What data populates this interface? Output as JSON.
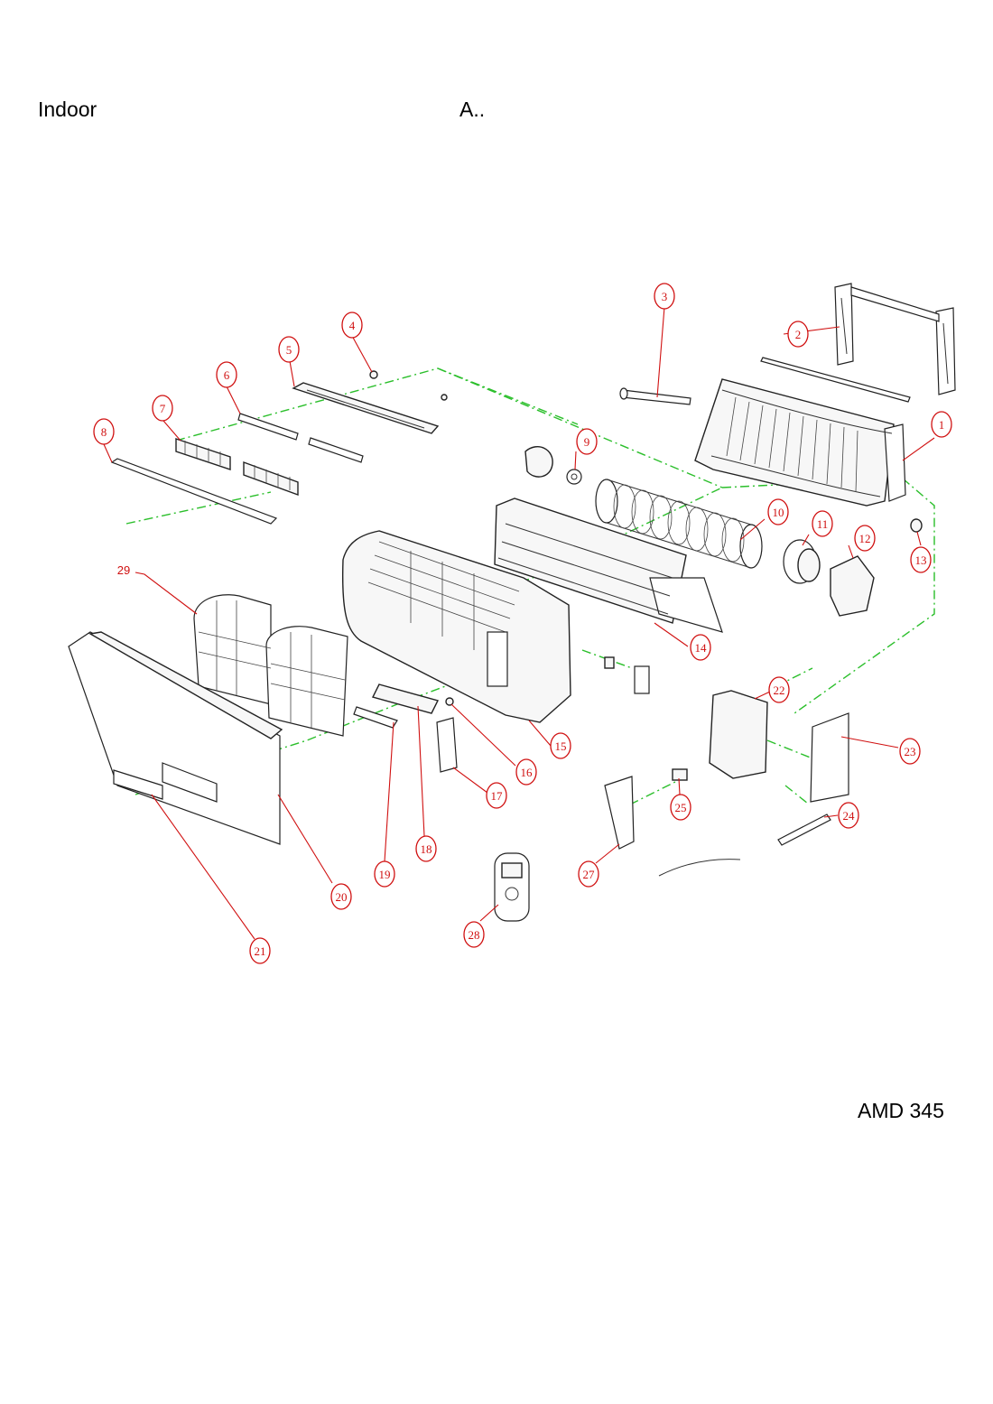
{
  "header": {
    "left": "Indoor",
    "center": "A..",
    "model": "AMD 345"
  },
  "callouts": [
    "1",
    "2",
    "3",
    "4",
    "5",
    "6",
    "7",
    "8",
    "9",
    "10",
    "11",
    "12",
    "13",
    "14",
    "15",
    "16",
    "17",
    "18",
    "19",
    "20",
    "21",
    "22",
    "23",
    "24",
    "25",
    "27",
    "28",
    "29"
  ],
  "colors": {
    "callout": "#d01010",
    "assembly_line": "#2bbf2b",
    "outline": "#222222"
  }
}
